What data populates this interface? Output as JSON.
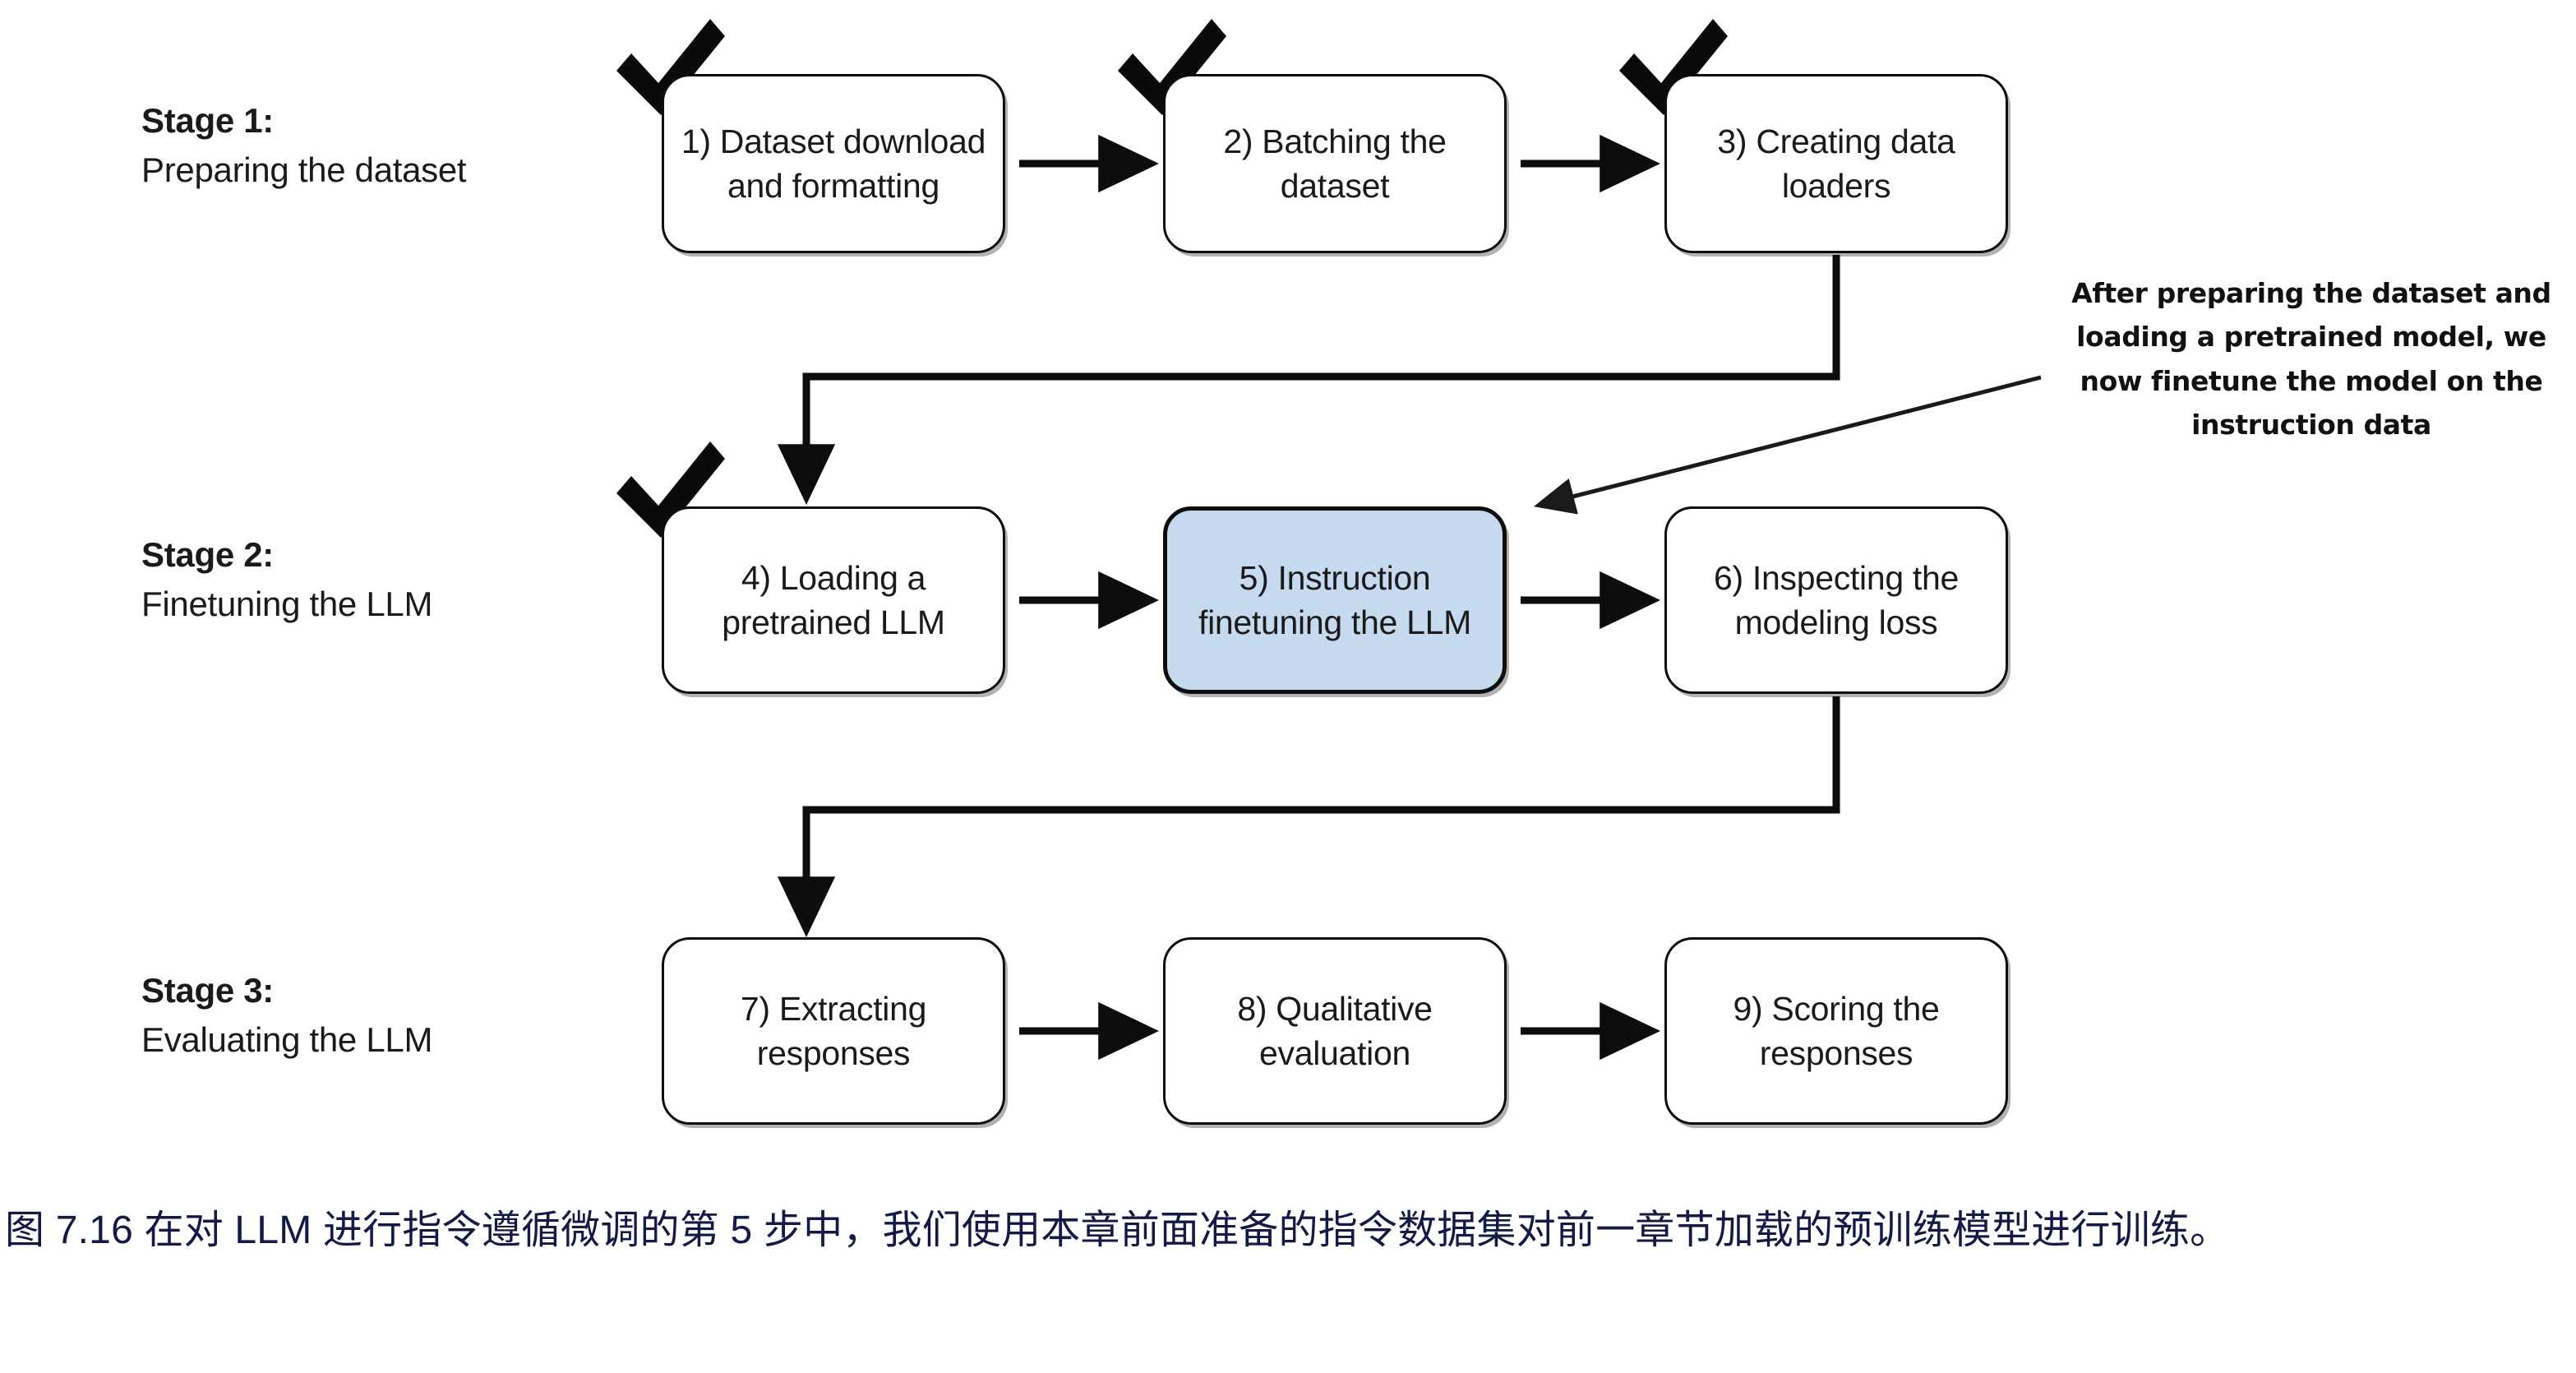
{
  "figure": {
    "caption": "图 7.16 在对 LLM 进行指令遵循微调的第 5 步中，我们使用本章前面准备的指令数据集对前一章节加载的预训练模型进行训练。",
    "caption_color": "#141a46",
    "background": "#ffffff"
  },
  "stages": [
    {
      "title": "Stage 1:",
      "subtitle": "Preparing the dataset"
    },
    {
      "title": "Stage 2:",
      "subtitle": "Finetuning the LLM"
    },
    {
      "title": "Stage 3:",
      "subtitle": "Evaluating the LLM"
    }
  ],
  "nodes": [
    {
      "id": 1,
      "label": "1) Dataset download and formatting",
      "checked": true,
      "highlighted": false
    },
    {
      "id": 2,
      "label": "2) Batching the dataset",
      "checked": true,
      "highlighted": false
    },
    {
      "id": 3,
      "label": "3) Creating data loaders",
      "checked": true,
      "highlighted": false
    },
    {
      "id": 4,
      "label": "4) Loading a pretrained LLM",
      "checked": true,
      "highlighted": false
    },
    {
      "id": 5,
      "label": "5) Instruction finetuning the LLM",
      "checked": false,
      "highlighted": true
    },
    {
      "id": 6,
      "label": "6) Inspecting the modeling loss",
      "checked": false,
      "highlighted": false
    },
    {
      "id": 7,
      "label": "7) Extracting responses",
      "checked": false,
      "highlighted": false
    },
    {
      "id": 8,
      "label": "8) Qualitative evaluation",
      "checked": false,
      "highlighted": false
    },
    {
      "id": 9,
      "label": "9) Scoring the responses",
      "checked": false,
      "highlighted": false
    }
  ],
  "annotation": {
    "text": "After preparing the dataset and loading a pretrained model, we now finetune the model on the instruction data"
  },
  "colors": {
    "highlight_fill": "#c5d9ef",
    "stroke": "#0d0d0d",
    "text": "#1a1a1a"
  }
}
